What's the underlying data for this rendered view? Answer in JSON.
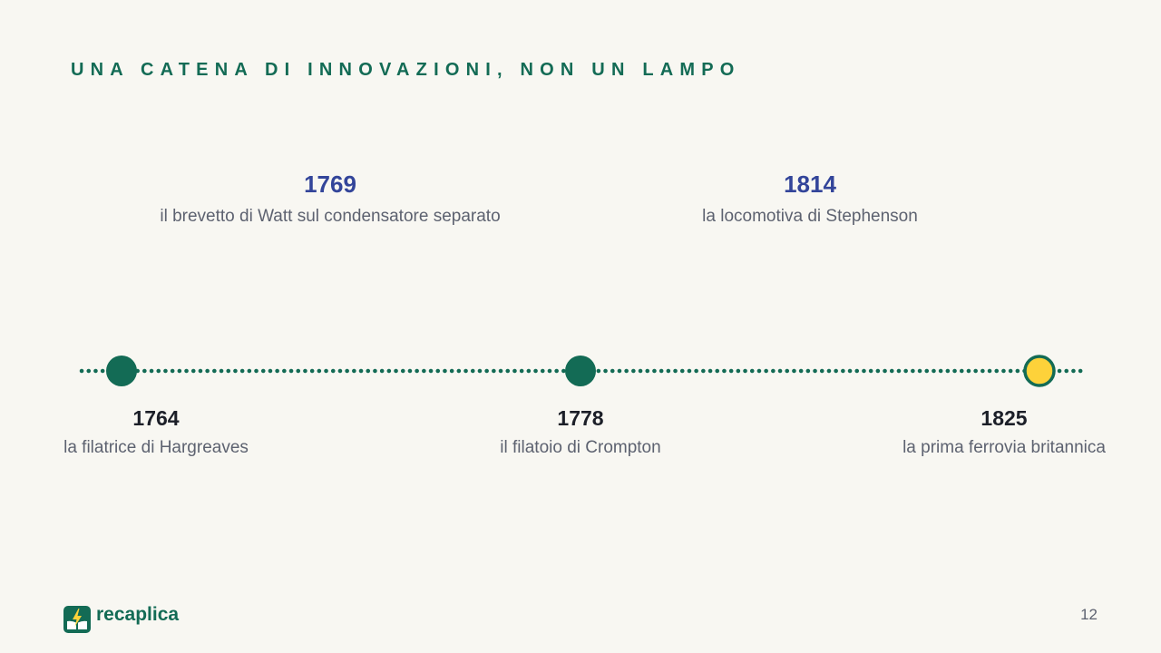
{
  "slide": {
    "title": "UNA CATENA DI INNOVAZIONI, NON UN LAMPO",
    "page_number": "12"
  },
  "events_above": [
    {
      "year": "1769",
      "caption": "il brevetto di Watt sul condensatore separato"
    },
    {
      "year": "1814",
      "caption": "la locomotiva di Stephenson"
    }
  ],
  "events_below": [
    {
      "year": "1764",
      "caption": "la filatrice di Hargreaves"
    },
    {
      "year": "1778",
      "caption": "il filatoio di Crompton"
    },
    {
      "year": "1825",
      "caption": "la prima ferrovia britannica"
    }
  ],
  "timeline": {
    "markers": [
      {
        "year": "1764",
        "style": "filled"
      },
      {
        "year": "1778",
        "style": "filled"
      },
      {
        "year": "1825",
        "style": "highlight"
      }
    ]
  },
  "brand": {
    "name": "recaplica",
    "icon": "lightning-book-icon"
  },
  "colors": {
    "accent": "#136b55",
    "above_year": "#33459a",
    "highlight": "#fdd23a",
    "caption": "#5d6270",
    "background": "#f8f7f2"
  }
}
